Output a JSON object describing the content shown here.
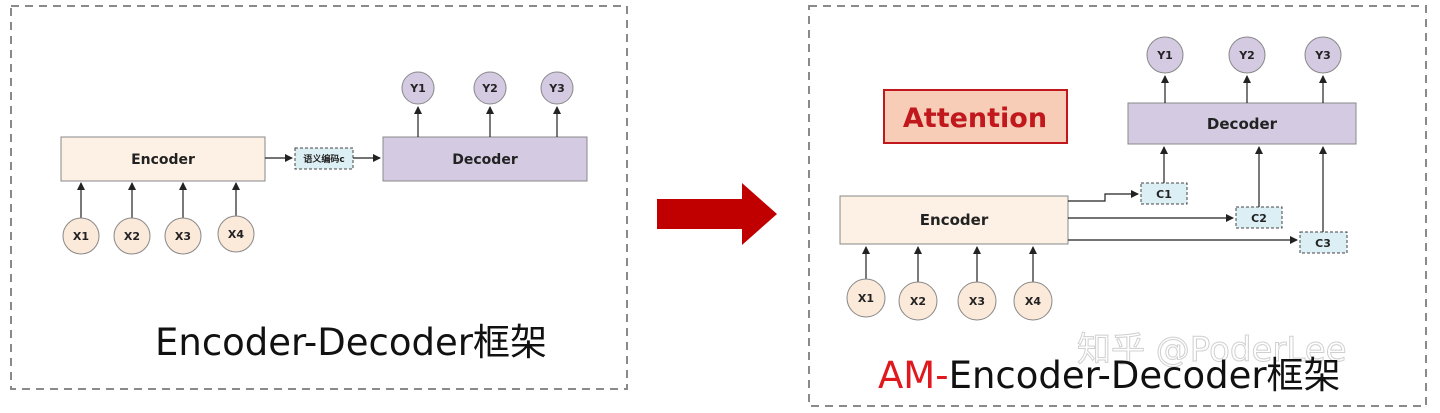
{
  "left_panel": {
    "encoder_label": "Encoder",
    "decoder_label": "Decoder",
    "semantic_code_label": "语义编码c",
    "inputs": [
      "X1",
      "X2",
      "X3",
      "X4"
    ],
    "outputs": [
      "Y1",
      "Y2",
      "Y3"
    ],
    "caption": "Encoder-Decoder框架"
  },
  "right_panel": {
    "attention_label": "Attention",
    "encoder_label": "Encoder",
    "decoder_label": "Decoder",
    "contexts": [
      "C1",
      "C2",
      "C3"
    ],
    "inputs": [
      "X1",
      "X2",
      "X3",
      "X4"
    ],
    "outputs": [
      "Y1",
      "Y2",
      "Y3"
    ],
    "caption_prefix": "AM-",
    "caption_main": "Encoder-Decoder框架"
  },
  "watermark": "知乎 @PoderLee",
  "colors": {
    "encoder_fill": "#fdf0e4",
    "decoder_fill": "#d4cbe3",
    "input_circle_fill": "#fbe9da",
    "output_circle_fill": "#d4cbe3",
    "context_fill": "#dceff5",
    "attention_fill": "#f7cdb8",
    "attention_text": "#c0181c",
    "big_arrow": "#c00000",
    "caption_accent": "#e0191f"
  }
}
